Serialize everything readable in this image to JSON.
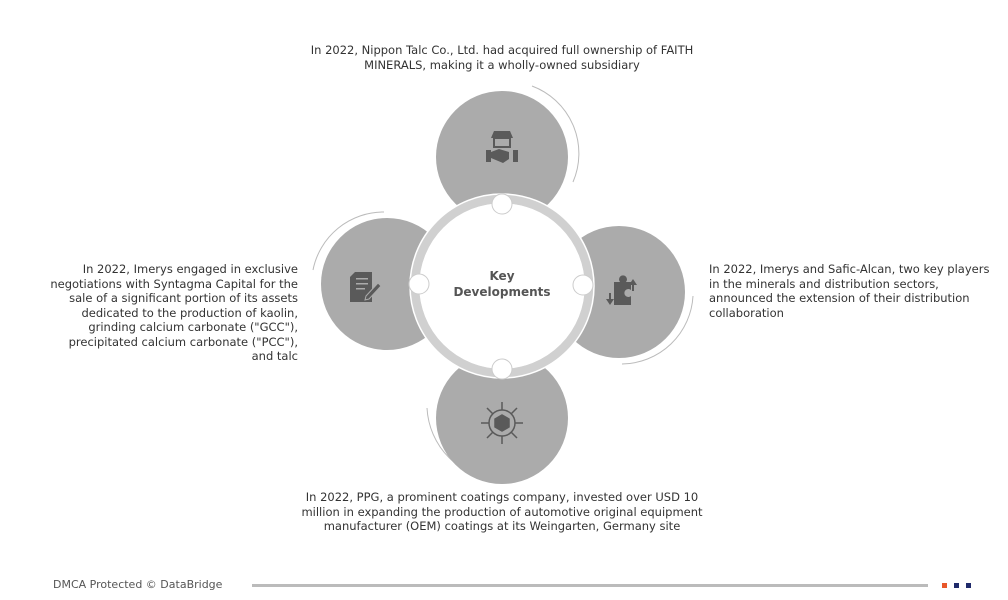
{
  "center": {
    "line1": "Key",
    "line2": "Developments"
  },
  "developments": {
    "top": "In 2022, Nippon Talc Co., Ltd. had acquired full ownership of FAITH MINERALS, making it a wholly-owned subsidiary",
    "left": "In 2022, Imerys engaged in exclusive negotiations with Syntagma Capital for the sale of a significant portion of its assets dedicated to the production of kaolin, grinding calcium carbonate (\"GCC\"), precipitated calcium carbonate (\"PCC\"), and talc",
    "right": "In 2022, Imerys and Safic-Alcan, two key players in the minerals and distribution sectors, announced the extension of their distribution collaboration",
    "bottom": "In 2022, PPG, a prominent coatings company, invested over USD 10 million in expanding the production of automotive original equipment manufacturer (OEM) coatings at its Weingarten, Germany site"
  },
  "icons": {
    "top": "handshake-store-icon",
    "left": "document-edit-icon",
    "right": "puzzle-exchange-icon",
    "bottom": "box-distribution-icon"
  },
  "footer": {
    "text": "DMCA Protected © DataBridge"
  },
  "colors": {
    "circle": "#ababab",
    "ring": "#d0d0d0",
    "icon": "#5a5a5a",
    "orange": "#e8572a",
    "navy": "#1f2a6b"
  }
}
